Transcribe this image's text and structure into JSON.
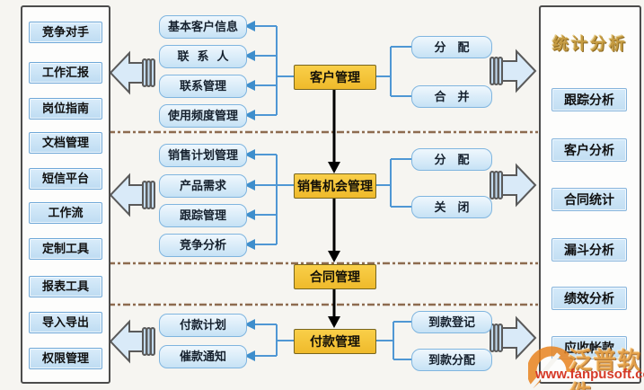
{
  "left_panel": {
    "items": [
      "竞争对手",
      "工作汇报",
      "岗位指南",
      "文档管理",
      "短信平台",
      "工作流",
      "定制工具",
      "报表工具",
      "导入导出",
      "权限管理"
    ]
  },
  "right_panel": {
    "title": "统计分析",
    "items": [
      "跟踪分析",
      "客户分析",
      "合同统计",
      "漏斗分析",
      "绩效分析",
      "应收帐款"
    ]
  },
  "flow": {
    "customer_label": "客户管理",
    "customer_subs": [
      "基本客户信息",
      "联系人",
      "联系管理",
      "使用频度管理"
    ],
    "customer_actions": [
      "分配",
      "合并"
    ],
    "sales_label": "销售机会管理",
    "sales_subs": [
      "销售计划管理",
      "产品需求",
      "跟踪管理",
      "竞争分析"
    ],
    "sales_actions": [
      "分配",
      "关闭"
    ],
    "contract_label": "合同管理",
    "payment_label": "付款管理",
    "payment_subs": [
      "付款计划",
      "催款通知"
    ],
    "payment_actions": [
      "到款登记",
      "到款分配"
    ]
  },
  "watermark": {
    "brand": "泛普软件",
    "url": "www.fanpusoft.com"
  },
  "colors": {
    "main_node_fill": "#f2c235",
    "sub_node_fill": "#cfe6f7",
    "connector_blue": "#4f97d4",
    "flow_arrow_black": "#000000",
    "separator_dash": "#8d6b4f",
    "stats_title_gold": "#c59b42",
    "watermark_orange": "#e8821e",
    "watermark_red": "#d63a28"
  }
}
